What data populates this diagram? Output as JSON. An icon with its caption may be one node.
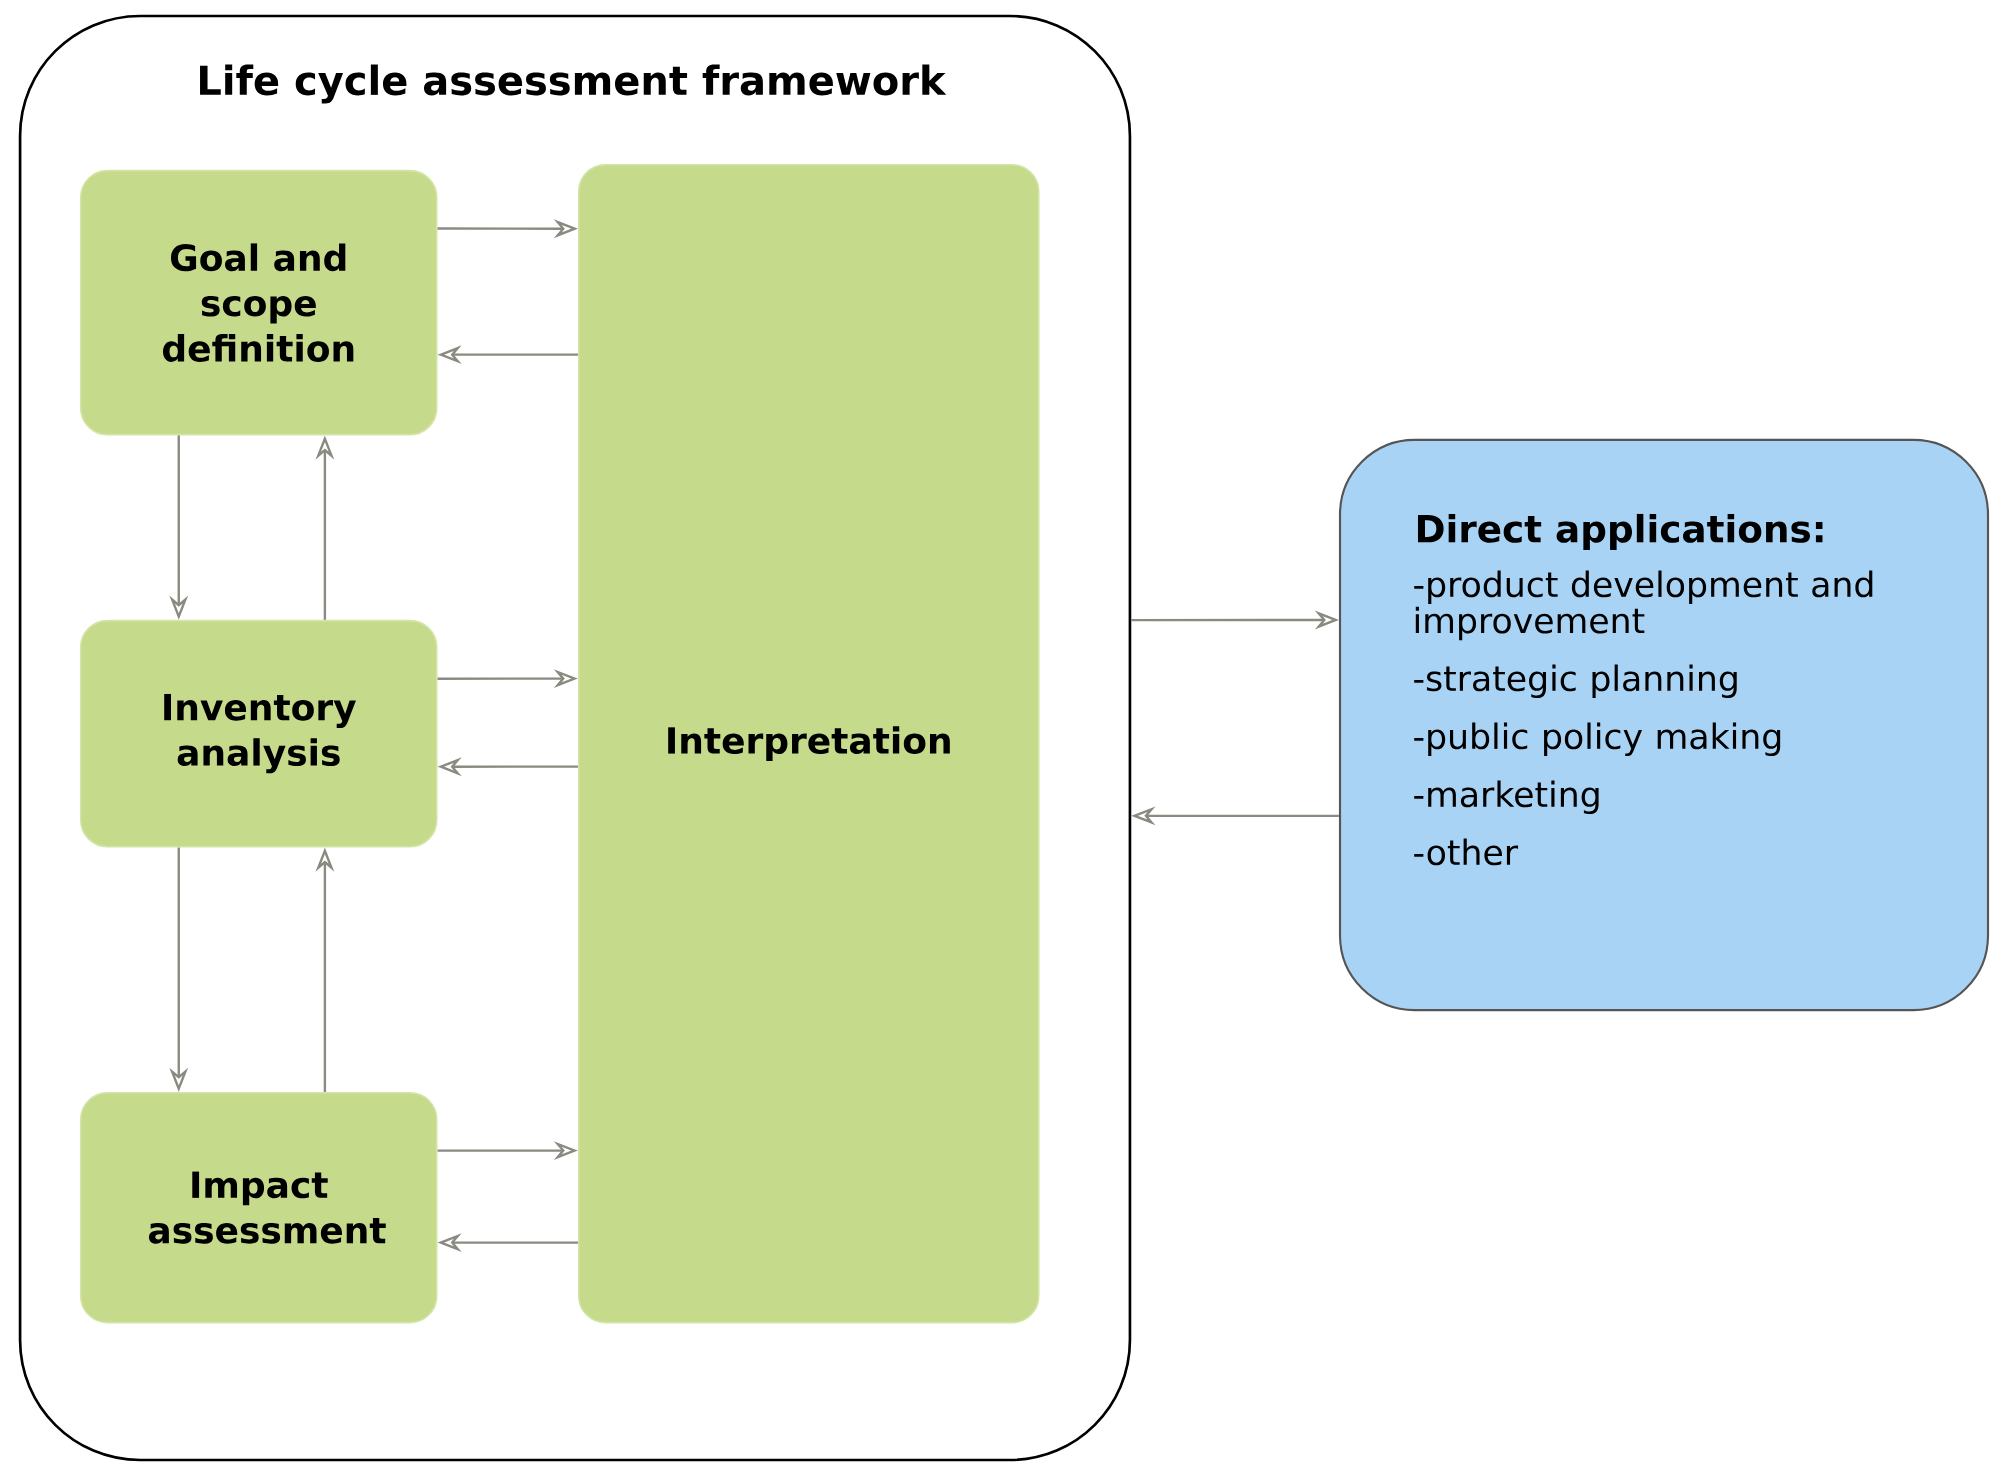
{
  "diagram": {
    "nodes": [
      {
        "text": [
          "Life cycle assessment framework"
        ]
      },
      {
        "text": [
          "Goal and scope definition"
        ],
        "in": 0
      },
      {
        "text": [
          "Inventory analysis"
        ],
        "in": 0
      },
      {
        "text": [
          "Impact assessment"
        ],
        "in": 0
      },
      {
        "text": [
          "Interpretation"
        ],
        "in": 0
      },
      {
        "text": [
          "Direct applications:",
          "-product development and improvement",
          "-strategic planning",
          "-public policy making",
          "-marketing",
          "-other"
        ]
      }
    ],
    "edges": [
      {
        "from": 1,
        "to": 4,
        "arrow": "to"
      },
      {
        "from": 4,
        "to": 1,
        "arrow": "to"
      },
      {
        "from": 2,
        "to": 4,
        "arrow": "to"
      },
      {
        "from": 4,
        "to": 2,
        "arrow": "to"
      },
      {
        "from": 3,
        "to": 4,
        "arrow": "to"
      },
      {
        "from": 4,
        "to": 3,
        "arrow": "to"
      },
      {
        "from": 1,
        "to": 2,
        "arrow": "to"
      },
      {
        "from": 2,
        "to": 1,
        "arrow": "to"
      },
      {
        "from": 2,
        "to": 3,
        "arrow": "to"
      },
      {
        "from": 3,
        "to": 2,
        "arrow": "to"
      },
      {
        "from": 0,
        "to": 5,
        "arrow": "to"
      },
      {
        "from": 5,
        "to": 0,
        "arrow": "to"
      }
    ]
  }
}
